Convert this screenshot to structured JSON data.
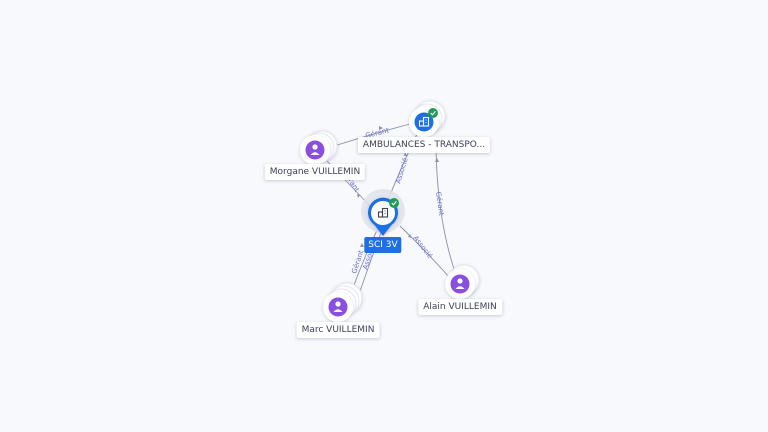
{
  "colors": {
    "edge": "#8a90aa",
    "edge_label": "#6b6fd0",
    "person": "#8a4fe0",
    "company": "#1e6fe6",
    "verified": "#1f9d55",
    "selected_pin": "#1e6fe6"
  },
  "nodes": {
    "sci": {
      "label": "SCI 3V",
      "icon": "building-icon",
      "verified": true
    },
    "ambulances": {
      "label": "AMBULANCES - TRANSPO...",
      "icon": "building-icon",
      "verified": true
    },
    "morgane": {
      "label": "Morgane VUILLEMIN",
      "icon": "person-icon"
    },
    "marc": {
      "label": "Marc VUILLEMIN",
      "icon": "person-icon"
    },
    "alain": {
      "label": "Alain VUILLEMIN",
      "icon": "person-icon"
    }
  },
  "edges": {
    "morgane_ambulances": "Gérant",
    "morgane_sci": "Gérant",
    "ambulances_sci": "Associé",
    "alain_ambulances": "Gérant",
    "alain_sci": "Associé",
    "marc_sci_gerant": "Gérant",
    "marc_sci_associe": "Associé"
  }
}
